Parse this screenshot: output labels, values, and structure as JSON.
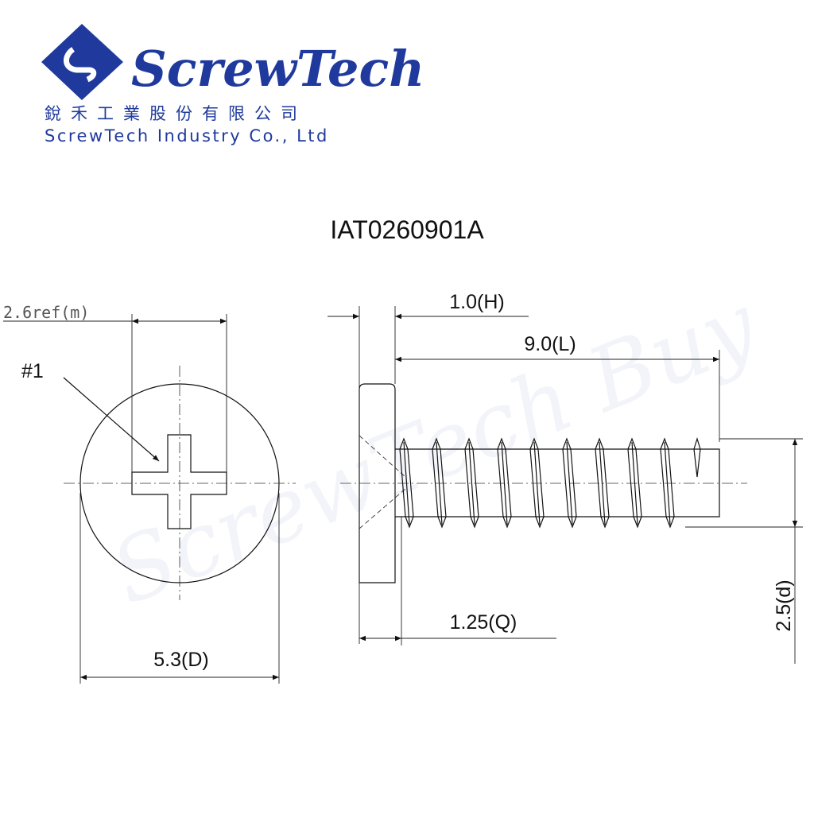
{
  "logo": {
    "brand": "ScrewTech",
    "chinese_name": "銳禾工業股份有限公司",
    "english_name": "ScrewTech Industry Co., Ltd",
    "color": "#1f3a9c"
  },
  "part_number": "IAT0260901A",
  "watermark": "ScrewTech Buy",
  "dimensions": {
    "recess": "2.6ref(m)",
    "drive": "#1",
    "head_diameter": "5.3(D)",
    "head_height": "1.0(H)",
    "length": "9.0(L)",
    "countersink": "1.25(Q)",
    "thread_diameter": "2.5(d)"
  },
  "thread_count": 10
}
